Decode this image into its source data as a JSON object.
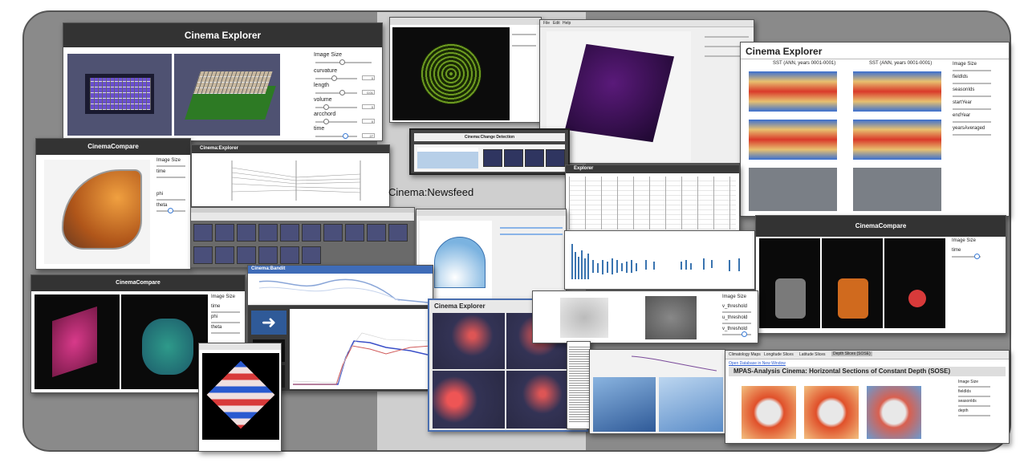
{
  "collage": {
    "explorer_top": {
      "title": "Cinema Explorer",
      "controls_heading": "Image Size",
      "params": [
        {
          "label": "curvature",
          "value": "0"
        },
        {
          "label": "length",
          "value": "0.01"
        },
        {
          "label": "volume",
          "value": "0"
        },
        {
          "label": "arcchord",
          "value": "0"
        },
        {
          "label": "time",
          "value": "27"
        }
      ]
    },
    "compare_left": {
      "title": "CinemaCompare",
      "controls": [
        "Image Size",
        "time",
        "phi",
        "theta"
      ]
    },
    "explorer_parallel": {
      "title": "Cinema:Explorer"
    },
    "compare_bottom": {
      "title": "CinemaCompare",
      "controls": [
        "Image Size",
        "time",
        "phi",
        "theta"
      ]
    },
    "bandit": {
      "title": "Cinema:Bandit"
    },
    "change_detection": {
      "title": "Cinema:Change Detection"
    },
    "newsfeed": {
      "title": "Cinema:Newsfeed"
    },
    "explorer_sst": {
      "title": "Cinema Explorer",
      "panel_left": "SST (ANN, years 0001-0001)",
      "panel_right": "SST (ANN, years 0001-0001)",
      "controls": [
        "Image Size",
        "fieldIds",
        "seasonIds",
        "startYear",
        "endYear",
        "yearsAveraged"
      ]
    },
    "explorer_mid": {
      "title": "Explorer"
    },
    "compare_right": {
      "title": "CinemaCompare",
      "controls": [
        "Image Size",
        "time"
      ]
    },
    "threshold": {
      "controls": [
        "Image Size",
        "v_threshold",
        "u_threshold",
        "v_threshold"
      ]
    },
    "explorer_volume": {
      "title": "Cinema Explorer"
    },
    "mpas": {
      "tabs": [
        "Climatology Maps",
        "Longitude Slices",
        "Latitude Slices",
        "Depth Slices (SOSE)"
      ],
      "link": "Open Database in New Window",
      "title": "MPAS-Analysis Cinema: Horizontal Sections of Constant Depth (SOSE)",
      "controls": [
        "Image Size",
        "fieldIds",
        "seasonIds",
        "depth"
      ]
    },
    "menus": [
      "File",
      "Edit",
      "Help"
    ]
  }
}
